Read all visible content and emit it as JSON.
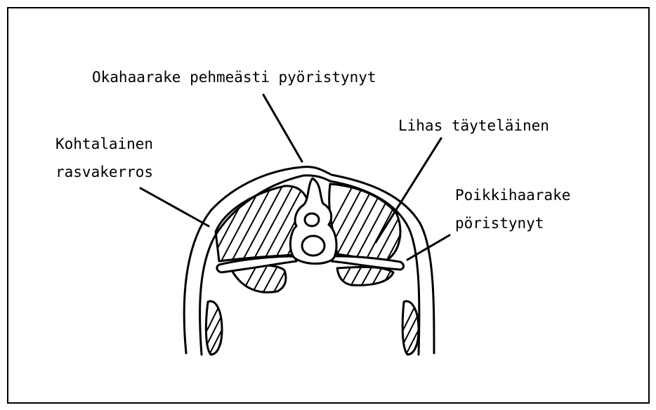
{
  "labels": {
    "spinous_process": "Okahaarake pehmeästi pyöristynyt",
    "muscle": "Lihas täyteläinen",
    "fat_line1": "Kohtalainen",
    "fat_line2": "rasvakerros",
    "transverse_line1": "Poikkihaarake",
    "transverse_line2": "pöristynyt"
  }
}
